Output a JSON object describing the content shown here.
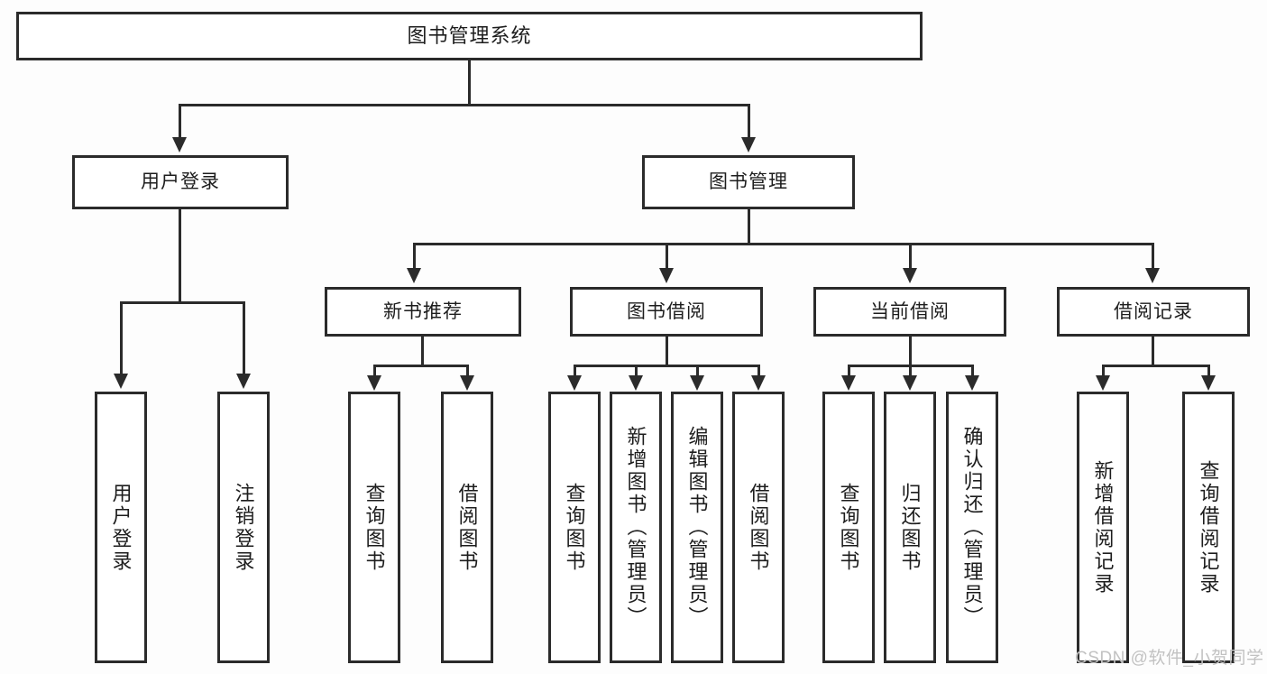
{
  "diagram": {
    "title": "图书管理系统",
    "type": "tree",
    "orientation": "top-down",
    "colors": {
      "background": "#fdfdfd",
      "box_fill": "#ffffff",
      "line": "#2b2b2b",
      "text": "#1d1d1d",
      "watermark": "#c2c2c2"
    }
  },
  "root": {
    "label": "图书管理系统"
  },
  "level2": [
    {
      "label": "用户登录"
    },
    {
      "label": "图书管理"
    }
  ],
  "level3": [
    {
      "label": "新书推荐"
    },
    {
      "label": "图书借阅"
    },
    {
      "label": "当前借阅"
    },
    {
      "label": "借阅记录"
    }
  ],
  "leaves": {
    "user_login": [
      {
        "label": "用户登录"
      },
      {
        "label": "注销登录"
      }
    ],
    "new_book": [
      {
        "label": "查询图书"
      },
      {
        "label": "借阅图书"
      }
    ],
    "book_borrow": [
      {
        "label": "查询图书"
      },
      {
        "label": "新增图书（管理员）"
      },
      {
        "label": "编辑图书（管理员）"
      },
      {
        "label": "借阅图书"
      }
    ],
    "current_borrow": [
      {
        "label": "查询图书"
      },
      {
        "label": "归还图书"
      },
      {
        "label": "确认归还（管理员）"
      }
    ],
    "borrow_record": [
      {
        "label": "新增借阅记录"
      },
      {
        "label": "查询借阅记录"
      }
    ]
  },
  "watermark": {
    "text": "CSDN @软件_小贺同学"
  }
}
